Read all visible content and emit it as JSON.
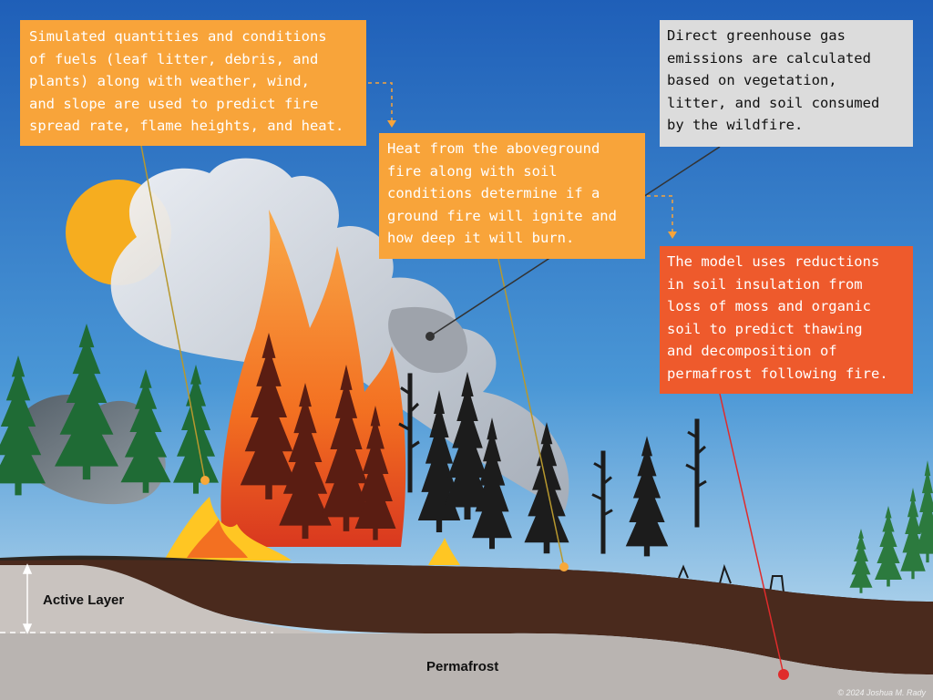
{
  "callouts": {
    "fuels": "Simulated quantities and conditions\nof fuels (leaf litter, debris, and\nplants) along with weather, wind,\nand slope are used to predict fire\nspread rate, flame heights, and heat.",
    "heat": "Heat from the aboveground\nfire along with soil\nconditions determine if a\nground fire will ignite and\nhow deep it will burn.",
    "ghg": "Direct greenhouse gas\nemissions are calculated\nbased on vegetation,\nlitter, and soil consumed\nby the wildfire.",
    "model": "The model uses reductions\nin soil insulation from\nloss of moss and organic\nsoil to predict thawing\nand decomposition of\npermafrost following fire."
  },
  "labels": {
    "active_layer": "Active Layer",
    "permafrost": "Permafrost"
  },
  "credit": "© 2024 Joshua M. Rady",
  "colors": {
    "sky_top": "#1f5fb8",
    "sky_bottom": "#cfe6f2",
    "sun": "#f6ad1f",
    "callout_orange": "#f8a43a",
    "callout_red": "#ee5a2c",
    "callout_gray": "#dcdcdc",
    "organic_soil": "#4a2a1d",
    "permafrost": "#b9b4b1",
    "active_layer_mineral": "#c9c3bf",
    "tree_green": "#1f6b35",
    "tree_burnt": "#1c1c1c",
    "smoke": "#ededf0",
    "flame_orange": "#f37021",
    "flame_yellow": "#ffc623",
    "leader_line": "#b7982e",
    "leader_red": "#e02b2b"
  }
}
